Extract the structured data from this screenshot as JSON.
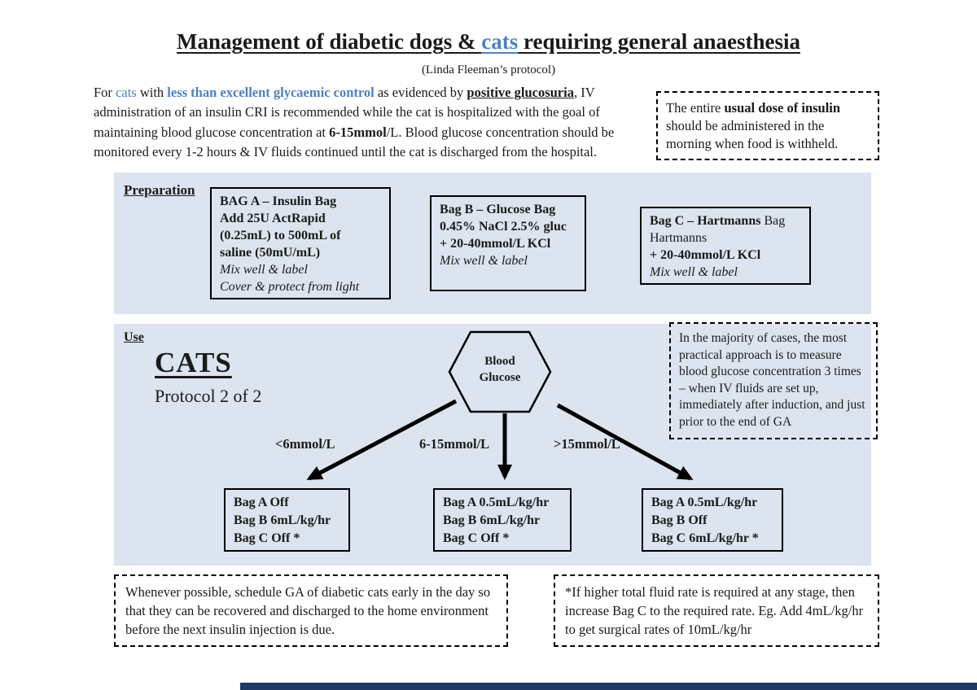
{
  "title": {
    "pre": "Management of diabetic dogs & ",
    "highlight": "cats",
    "post": " requiring general anaesthesia",
    "subtitle": "(Linda Fleeman’s protocol)"
  },
  "intro": {
    "s1": "For ",
    "s2": "cats",
    "s3": " with ",
    "s4": "less than excellent glycaemic control",
    "s5": " as evidenced by ",
    "s6": "positive glucosuria",
    "s7": ", IV administration of an insulin CRI is recommended while the cat is hospitalized with the goal of maintaining blood glucose concentration at ",
    "s8": "6-15mmol",
    "s9": "/L. Blood glucose concentration should be monitored every 1-2 hours & IV fluids continued until the cat is discharged from the hospital."
  },
  "note_insulin": {
    "s1": "The entire ",
    "s2": "usual dose of insulin",
    "s3": " should be administered in the morning when food is withheld."
  },
  "preparation": {
    "heading": "Preparation",
    "bag_a": {
      "l1": "BAG A – Insulin Bag",
      "l2": "Add 25U ActRapid",
      "l3": "(0.25mL) to 500mL of",
      "l4": "saline (50mU/mL)",
      "l5": "Mix well & label",
      "l6": "Cover & protect from light"
    },
    "bag_b": {
      "l1": "Bag B – Glucose Bag",
      "l2": "0.45% NaCl 2.5% gluc",
      "l3": "+ 20-40mmol/L KCl",
      "l4": "Mix well & label"
    },
    "bag_c": {
      "l1a": "Bag C – Hartmanns",
      "l1b": " Bag",
      "l2": "Hartmanns",
      "l3": "+ 20-40mmol/L KCl",
      "l4": "Mix well & label"
    }
  },
  "use": {
    "heading": "Use",
    "species": "CATS",
    "protocol": "Protocol 2 of 2",
    "decision_label": "Blood Glucose",
    "note": "In the majority of cases, the most practical approach is to measure blood glucose concentration 3 times – when IV fluids are set up, immediately after induction, and just prior to the end of GA",
    "branches": [
      {
        "label": "<6mmol/L",
        "lines": [
          "Bag A Off",
          "Bag B 6mL/kg/hr",
          "Bag C Off *"
        ]
      },
      {
        "label": "6-15mmol/L",
        "lines": [
          "Bag A 0.5mL/kg/hr",
          "Bag B 6mL/kg/hr",
          "Bag C Off *"
        ]
      },
      {
        "label": ">15mmol/L",
        "lines": [
          "Bag A 0.5mL/kg/hr",
          "Bag B Off",
          "Bag C 6mL/kg/hr *"
        ]
      }
    ]
  },
  "footnotes": {
    "schedule": "Whenever possible, schedule GA of diabetic cats early in the day so that they can be recovered and discharged to the home environment before the next insulin injection is due.",
    "fluid_rate": "*If higher total fluid rate is required at any stage, then increase Bag C to the required rate. Eg. Add 4mL/kg/hr to get surgical rates of 10mL/kg/hr"
  },
  "colors": {
    "accent_blue": "#4f81bd",
    "panel_blue": "#dbe4ef",
    "bottom_bar": "#1f3864"
  }
}
